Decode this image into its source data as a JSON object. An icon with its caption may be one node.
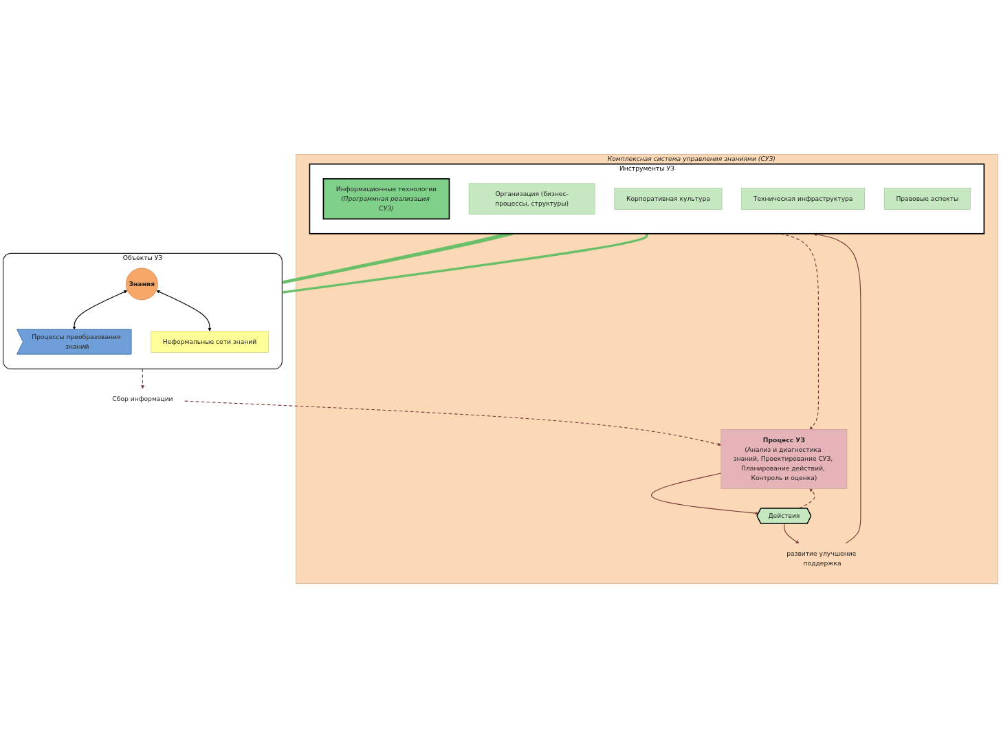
{
  "diagram": {
    "nodes": [
      {
        "text": [
          "Объекты УЗ"
        ]
      },
      {
        "text": [
          "Знания"
        ],
        "in": 0
      },
      {
        "text": [
          "Процессы преобразования знаний"
        ],
        "in": 0
      },
      {
        "text": [
          "Неформальные сети знаний"
        ],
        "in": 0
      },
      {
        "text": [
          "Сбор информации"
        ]
      },
      {
        "text": [
          "Комплексная система управления знаниями (СУЗ)"
        ]
      },
      {
        "text": [
          "Инструменты УЗ"
        ],
        "in": 5
      },
      {
        "text": [
          "Информационные технологии",
          "(Программная реализация СУЗ)"
        ],
        "in": 6
      },
      {
        "text": [
          "Организация (бизнес-процессы, структуры)"
        ],
        "in": 6
      },
      {
        "text": [
          "Корпоративная культура"
        ],
        "in": 6
      },
      {
        "text": [
          "Техническая инфраструктура"
        ],
        "in": 6
      },
      {
        "text": [
          "Правовые аспекты"
        ],
        "in": 6
      },
      {
        "text": [
          "Процесс УЗ",
          "(Анализ и диагностика знаний, Проектирование СУЗ, Планирование действий, Контроль и оценка)"
        ],
        "in": 5
      },
      {
        "text": [
          "Действия"
        ],
        "in": 5
      },
      {
        "text": [
          "развитие улучшение поддержка"
        ],
        "in": 5
      }
    ],
    "edges": [
      {
        "from": 1,
        "to": 2,
        "arrow": "both",
        "color": "#000000"
      },
      {
        "from": 1,
        "to": 3,
        "arrow": "both",
        "color": "#000000"
      },
      {
        "from": 0,
        "to": 4,
        "arrow": "to",
        "style": "dashed"
      },
      {
        "from": 4,
        "to": 12,
        "arrow": "to",
        "style": "dashed"
      },
      {
        "from": 6,
        "to": 12,
        "arrow": "to",
        "style": "dashed"
      },
      {
        "from": 12,
        "to": 13,
        "arrow": "to"
      },
      {
        "from": 13,
        "to": 12,
        "arrow": "to",
        "style": "dashed"
      },
      {
        "from": 13,
        "to": 14,
        "arrow": "to"
      },
      {
        "from": 14,
        "to": 6,
        "arrow": "to"
      },
      {
        "from": 6,
        "to": 0,
        "arrow": "to",
        "style": "thick",
        "color": "#6abf69"
      },
      {
        "from": 6,
        "to": 0,
        "arrow": "to",
        "style": "thick",
        "color": "#6abf69"
      },
      {
        "from": 6,
        "to": 0,
        "arrow": "to",
        "style": "thick",
        "color": "#6abf69"
      }
    ]
  }
}
